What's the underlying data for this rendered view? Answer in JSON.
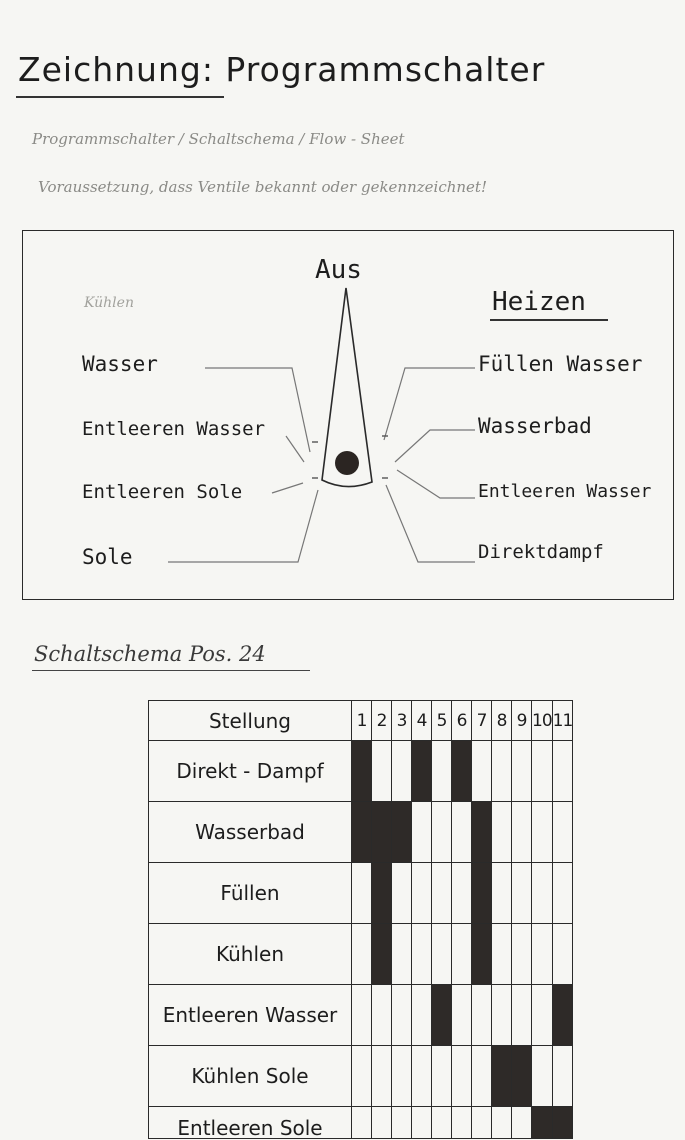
{
  "header": {
    "title": "Zeichnung: Programmschalter",
    "note_line1": "Programmschalter / Schaltschema / Flow - Sheet",
    "note_line2": "Voraussetzung, dass Ventile bekannt oder gekennzeichnet!"
  },
  "diagram": {
    "top_label": "Aus",
    "right_heading": "Heizen",
    "left_heading_faint": "Kühlen",
    "left_labels": [
      "Wasser",
      "Entleeren Wasser",
      "Entleeren Sole",
      "Sole"
    ],
    "right_labels": [
      "Füllen Wasser",
      "Wasserbad",
      "Entleeren Wasser",
      "Direktdampf"
    ]
  },
  "schema": {
    "title": "Schaltschema Pos. 24",
    "header_label": "Stellung",
    "columns": [
      "1",
      "2",
      "3",
      "4",
      "5",
      "6",
      "7",
      "8",
      "9",
      "10",
      "11"
    ],
    "rows": [
      {
        "label": "Direkt - Dampf",
        "on": [
          1,
          4,
          6
        ]
      },
      {
        "label": "Wasserbad",
        "on": [
          1,
          2,
          3,
          7
        ]
      },
      {
        "label": "Füllen",
        "on": [
          2,
          7
        ]
      },
      {
        "label": "Kühlen",
        "on": [
          2,
          7
        ]
      },
      {
        "label": "Entleeren Wasser",
        "on": [
          5,
          11
        ]
      },
      {
        "label": "Kühlen Sole",
        "on": [
          8,
          9
        ]
      },
      {
        "label": "Entleeren Sole",
        "on": [
          10,
          11
        ]
      }
    ]
  }
}
